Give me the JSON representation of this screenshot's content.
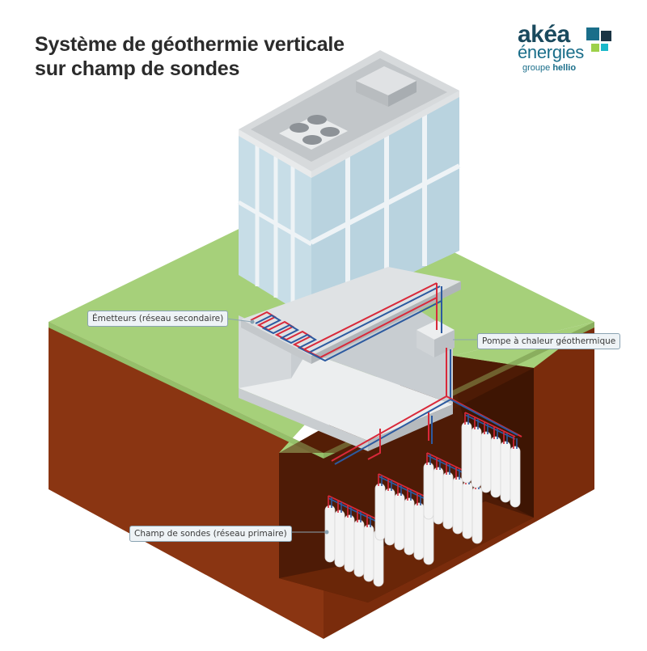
{
  "title": {
    "line1": "Système de géothermie verticale",
    "line2": "sur champ de sondes"
  },
  "logo": {
    "brand": "akéa",
    "sub": "énergies",
    "group_a": "groupe",
    "group_b": "hellio",
    "colors": {
      "dark": "#1a4a5e",
      "teal": "#1a6e8a",
      "green": "#9dd14a",
      "cyan": "#1ab8c9"
    }
  },
  "labels": {
    "emitters": "Émetteurs (réseau secondaire)",
    "heat_pump": "Pompe à chaleur géothermique",
    "probe_field": "Champ de sondes (réseau primaire)"
  },
  "colors": {
    "grass": "#a6d07a",
    "soil": "#8a3512",
    "soil_dark": "#5a2008",
    "pipe_hot": "#d9293a",
    "pipe_cold": "#2c5aa0",
    "glass": "#c7dde7",
    "wall": "#e6e8ea"
  }
}
